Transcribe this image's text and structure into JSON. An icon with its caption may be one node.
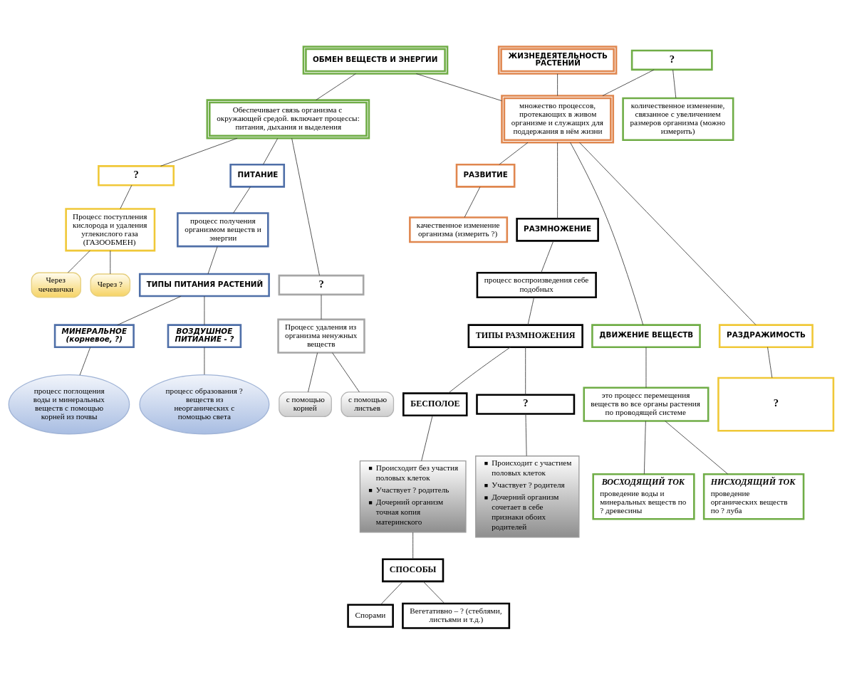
{
  "diagram": {
    "nodes": [
      {
        "text": [
          "ОБМЕН ВЕЩЕСТВ И ЭНЕРГИИ"
        ]
      },
      {
        "text": [
          "ЖИЗНЕДЕЯТЕЛЬНОСТЬ РАСТЕНИЙ"
        ]
      },
      {
        "text": [
          "?"
        ]
      },
      {
        "text": [
          "Обеспечивает связь организма с окружающей средой. включает процессы: питания, дыхания и выделения"
        ]
      },
      {
        "text": [
          "количественное изменение, связанное с увеличением размеров организма (можно измерить)"
        ]
      },
      {
        "text": [
          "множество процессов, протекающих в живом организме и служащих для поддержания в нём жизни"
        ]
      },
      {
        "text": [
          "?"
        ]
      },
      {
        "text": [
          "ПИТАНИЕ"
        ]
      },
      {
        "text": [
          "РАЗВИТИЕ"
        ]
      },
      {
        "text": [
          "Процесс поступления кислорода и удаления углекислого газа (ГАЗООБМЕН)"
        ]
      },
      {
        "text": [
          "процесс получения организмом веществ и энергии"
        ]
      },
      {
        "text": [
          "качественное изменение организма (измерить ?)"
        ]
      },
      {
        "text": [
          "РАЗМНОЖЕНИЕ"
        ]
      },
      {
        "text": [
          "ТИПЫ ПИТАНИЯ РАСТЕНИЙ"
        ]
      },
      {
        "text": [
          "Через чечевички"
        ]
      },
      {
        "text": [
          "процесс воспроизведения себе подобных"
        ]
      },
      {
        "text": [
          "МИНЕРАЛЬНОЕ (корневое, ?)"
        ]
      },
      {
        "text": [
          "ВОЗДУШНОЕ ПИТИАНИЕ - ?"
        ]
      },
      {
        "text": [
          "Через ?"
        ]
      },
      {
        "text": [
          "ТИПЫ РАЗМНОЖЕНИЯ"
        ]
      },
      {
        "text": [
          "процесс поглощения воды и минеральных веществ с помощью корней из почвы"
        ]
      },
      {
        "text": [
          "процесс образования ? веществ из неорганических с помощью света"
        ]
      },
      {
        "text": [
          "БЕСПОЛОЕ"
        ]
      },
      {
        "text": [
          "?"
        ]
      },
      {
        "text": [
          "?"
        ]
      },
      {
        "text": [
          "ДВИЖЕНИЕ ВЕЩЕСТВ"
        ]
      },
      {
        "text": [
          "РАЗДРАЖИМОСТЬ"
        ]
      },
      {
        "text": [
          "Происходит без участия половых клеток",
          "Участвует ? родитель",
          "Дочерний организм точная копия материнского"
        ]
      },
      {
        "text": [
          "Происходит с участием половых клеток",
          "Участвует ? родителя",
          "Дочерний организм сочетает в себе признаки обоих родителей"
        ]
      },
      {
        "text": [
          "Процесс удаления из организма ненужных веществ"
        ]
      },
      {
        "text": [
          "это процесс перемещения веществ во все органы растения по проводящей системе"
        ]
      },
      {
        "text": [
          "?"
        ]
      },
      {
        "text": [
          "с помощью корней"
        ]
      },
      {
        "text": [
          "ВОСХОДЯЩИЙ ТОК",
          "проведение воды и минеральных веществ по ? древесины"
        ]
      },
      {
        "text": [
          "НИСХОДЯЩИЙ ТОК",
          "проведение органических веществ по ? луба"
        ]
      },
      {
        "text": [
          "СПОСОБЫ"
        ]
      },
      {
        "text": [
          "с помощью листьев"
        ]
      },
      {
        "text": [
          "Спорами"
        ]
      },
      {
        "text": [
          "Вегетативно – ? (стеблями, листьями и т.д.)"
        ]
      }
    ],
    "edges": [
      {
        "from": 1,
        "to": 5,
        "arrow": "none"
      },
      {
        "from": 0,
        "to": 5,
        "arrow": "none"
      },
      {
        "from": 2,
        "to": 5,
        "arrow": "none"
      },
      {
        "from": 5,
        "to": 8,
        "arrow": "none"
      },
      {
        "from": 5,
        "to": 12,
        "arrow": "none"
      },
      {
        "from": 5,
        "to": 25,
        "arrow": "none"
      },
      {
        "from": 5,
        "to": 26,
        "arrow": "none"
      },
      {
        "from": 0,
        "to": 3,
        "arrow": "none"
      },
      {
        "from": 3,
        "to": 6,
        "arrow": "none"
      },
      {
        "from": 3,
        "to": 7,
        "arrow": "none"
      },
      {
        "from": 3,
        "to": 24,
        "arrow": "none"
      },
      {
        "from": 6,
        "to": 9,
        "arrow": "none"
      },
      {
        "from": 9,
        "to": 14,
        "arrow": "none"
      },
      {
        "from": 9,
        "to": 18,
        "arrow": "none"
      },
      {
        "from": 7,
        "to": 10,
        "arrow": "none"
      },
      {
        "from": 10,
        "to": 13,
        "arrow": "none"
      },
      {
        "from": 13,
        "to": 16,
        "arrow": "none"
      },
      {
        "from": 13,
        "to": 17,
        "arrow": "none"
      },
      {
        "from": 16,
        "to": 20,
        "arrow": "none"
      },
      {
        "from": 17,
        "to": 21,
        "arrow": "none"
      },
      {
        "from": 24,
        "to": 29,
        "arrow": "none"
      },
      {
        "from": 29,
        "to": 32,
        "arrow": "none"
      },
      {
        "from": 29,
        "to": 36,
        "arrow": "none"
      },
      {
        "from": 25,
        "to": 30,
        "arrow": "none"
      },
      {
        "from": 30,
        "to": 33,
        "arrow": "none"
      },
      {
        "from": 30,
        "to": 34,
        "arrow": "none"
      },
      {
        "from": 26,
        "to": 31,
        "arrow": "none"
      },
      {
        "from": 2,
        "to": 4,
        "arrow": "none"
      },
      {
        "from": 8,
        "to": 11,
        "arrow": "none"
      },
      {
        "from": 12,
        "to": 15,
        "arrow": "none"
      },
      {
        "from": 15,
        "to": 19,
        "arrow": "none"
      },
      {
        "from": 19,
        "to": 22,
        "arrow": "none"
      },
      {
        "from": 19,
        "to": 23,
        "arrow": "none"
      },
      {
        "from": 22,
        "to": 27,
        "arrow": "none"
      },
      {
        "from": 23,
        "to": 28,
        "arrow": "none"
      },
      {
        "from": 27,
        "to": 35,
        "arrow": "none"
      },
      {
        "from": 35,
        "to": 37,
        "arrow": "none"
      },
      {
        "from": 35,
        "to": 38,
        "arrow": "none"
      }
    ]
  }
}
